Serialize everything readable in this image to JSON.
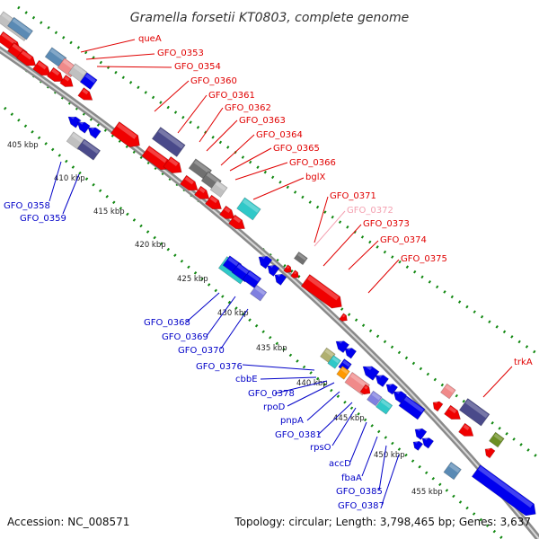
{
  "title": "Gramella forsetii KT0803, complete genome",
  "footer": {
    "accession": "Accession: NC_008571",
    "topology": "Topology: circular; Length: 3,798,465 bp; Genes: 3,637"
  },
  "ticks": [
    "405 kbp",
    "410 kbp",
    "415 kbp",
    "420 kbp",
    "425 kbp",
    "430 kbp",
    "435 kbp",
    "440 kbp",
    "445 kbp",
    "450 kbp",
    "455 kbp"
  ],
  "labels": [
    {
      "text": "queA",
      "color": "#e00000"
    },
    {
      "text": "GFO_0353",
      "color": "#e00000"
    },
    {
      "text": "GFO_0354",
      "color": "#e00000"
    },
    {
      "text": "GFO_0360",
      "color": "#e00000"
    },
    {
      "text": "GFO_0361",
      "color": "#e00000"
    },
    {
      "text": "GFO_0362",
      "color": "#e00000"
    },
    {
      "text": "GFO_0363",
      "color": "#e00000"
    },
    {
      "text": "GFO_0364",
      "color": "#e00000"
    },
    {
      "text": "GFO_0365",
      "color": "#e00000"
    },
    {
      "text": "GFO_0366",
      "color": "#e00000"
    },
    {
      "text": "bglX",
      "color": "#e00000"
    },
    {
      "text": "GFO_0371",
      "color": "#e00000"
    },
    {
      "text": "GFO_0372",
      "color": "#f4a0b0"
    },
    {
      "text": "GFO_0373",
      "color": "#e00000"
    },
    {
      "text": "GFO_0374",
      "color": "#e00000"
    },
    {
      "text": "GFO_0375",
      "color": "#e00000"
    },
    {
      "text": "trkA",
      "color": "#e00000"
    },
    {
      "text": "GFO_0358",
      "color": "#0000c8"
    },
    {
      "text": "GFO_0359",
      "color": "#0000c8"
    },
    {
      "text": "GFO_0368",
      "color": "#0000c8"
    },
    {
      "text": "GFO_0369",
      "color": "#0000c8"
    },
    {
      "text": "GFO_0370",
      "color": "#0000c8"
    },
    {
      "text": "GFO_0376",
      "color": "#0000c8"
    },
    {
      "text": "cbbE",
      "color": "#0000c8"
    },
    {
      "text": "GFO_0378",
      "color": "#0000c8"
    },
    {
      "text": "rpoD",
      "color": "#0000c8"
    },
    {
      "text": "pnpA",
      "color": "#0000c8"
    },
    {
      "text": "GFO_0381",
      "color": "#0000c8"
    },
    {
      "text": "rpsO",
      "color": "#0000c8"
    },
    {
      "text": "accD",
      "color": "#0000c8"
    },
    {
      "text": "fbaA",
      "color": "#0000c8"
    },
    {
      "text": "GFO_0385",
      "color": "#0000c8"
    },
    {
      "text": "GFO_0387",
      "color": "#0000c8"
    }
  ],
  "gene_colors": {
    "red": "#f00000",
    "pink": "#f08a8a",
    "lightgray": "#c0c0c0",
    "gray": "#707070",
    "navy": "#4a4a8a",
    "steelblue": "#5a8ab4",
    "blue": "#0000ee",
    "lavender": "#8080e0",
    "cyan": "#30c8c8",
    "orange": "#ff9900",
    "olive": "#6b8e23",
    "khaki": "#b0b070"
  },
  "backbone_color": "#999999",
  "dot_color": "#118811"
}
